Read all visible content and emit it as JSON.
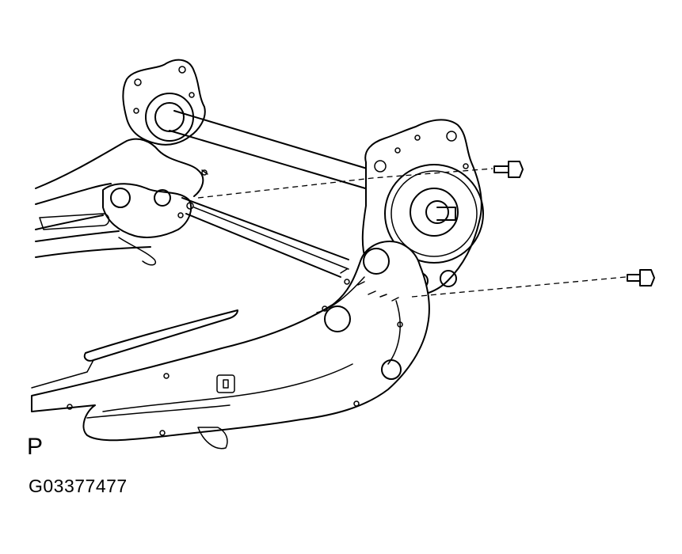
{
  "diagram": {
    "view_marker": "P",
    "figure_code": "G03377477"
  },
  "colors": {
    "line": "#000000",
    "background": "#ffffff"
  },
  "parts": [
    {
      "name": "rear-axle-beam",
      "icon": "axle-beam"
    },
    {
      "name": "left-hub-carrier",
      "icon": "hub-flange"
    },
    {
      "name": "right-hub-carrier",
      "icon": "hub-flange"
    },
    {
      "name": "trailing-arm",
      "icon": "trailing-arm"
    },
    {
      "name": "bolt-upper",
      "icon": "bolt"
    },
    {
      "name": "bolt-lower",
      "icon": "bolt"
    }
  ]
}
